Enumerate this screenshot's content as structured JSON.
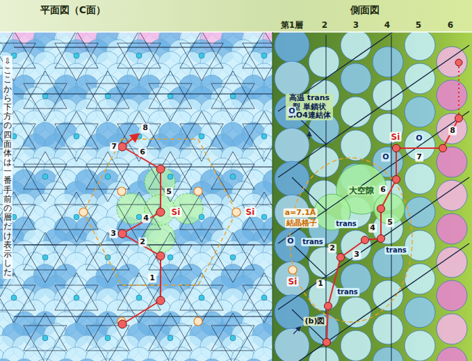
{
  "diagram": {
    "labels": [
      "平面図（C面）",
      "側面図",
      "第1層",
      "2",
      "3",
      "4",
      "5",
      "6",
      "高温 trans型 単鎖状 SiO4連結体",
      "⇩ここから下方の四面体は、一番手前の層だけ表示した。",
      "1",
      "2",
      "3",
      "4",
      "5",
      "6",
      "7",
      "8",
      "Si",
      "Si",
      "O",
      "O",
      "O",
      "O",
      "Si",
      "1",
      "2",
      "3",
      "4",
      "5",
      "6",
      "7",
      "8",
      "trans",
      "trans",
      "trans",
      "trans",
      "大空隙",
      "a=7.1Å",
      "結晶格子",
      "Si",
      "(b)図"
    ]
  }
}
